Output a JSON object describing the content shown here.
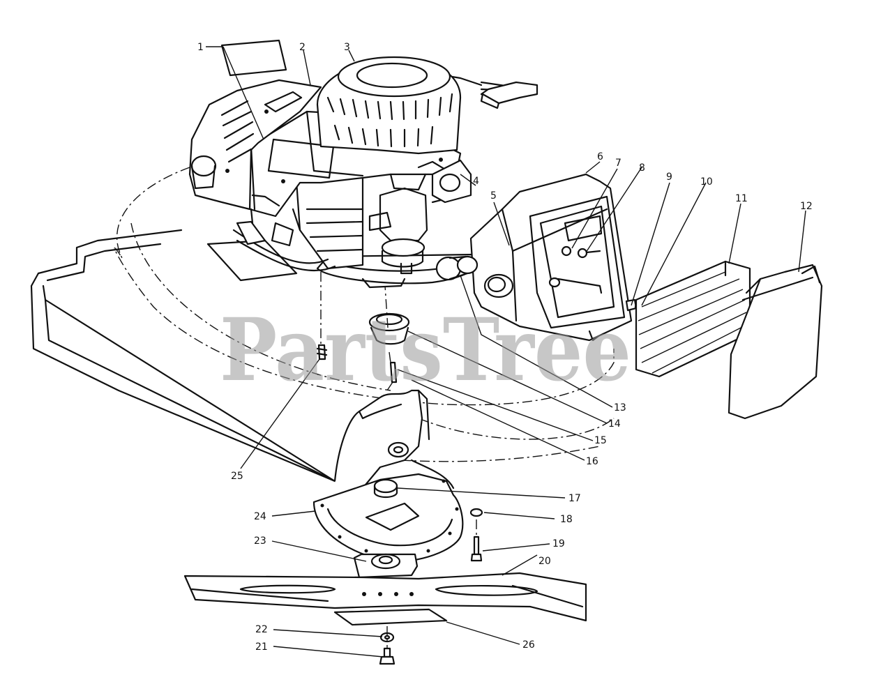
{
  "watermark": "PartsTree",
  "callouts": [
    {
      "n": "1"
    },
    {
      "n": "2"
    },
    {
      "n": "3"
    },
    {
      "n": "4"
    },
    {
      "n": "5"
    },
    {
      "n": "6"
    },
    {
      "n": "7"
    },
    {
      "n": "8"
    },
    {
      "n": "9"
    },
    {
      "n": "10"
    },
    {
      "n": "11"
    },
    {
      "n": "12"
    },
    {
      "n": "13"
    },
    {
      "n": "14"
    },
    {
      "n": "15"
    },
    {
      "n": "16"
    },
    {
      "n": "17"
    },
    {
      "n": "18"
    },
    {
      "n": "19"
    },
    {
      "n": "20"
    },
    {
      "n": "21"
    },
    {
      "n": "22"
    },
    {
      "n": "23"
    },
    {
      "n": "24"
    },
    {
      "n": "25"
    },
    {
      "n": "26"
    }
  ]
}
